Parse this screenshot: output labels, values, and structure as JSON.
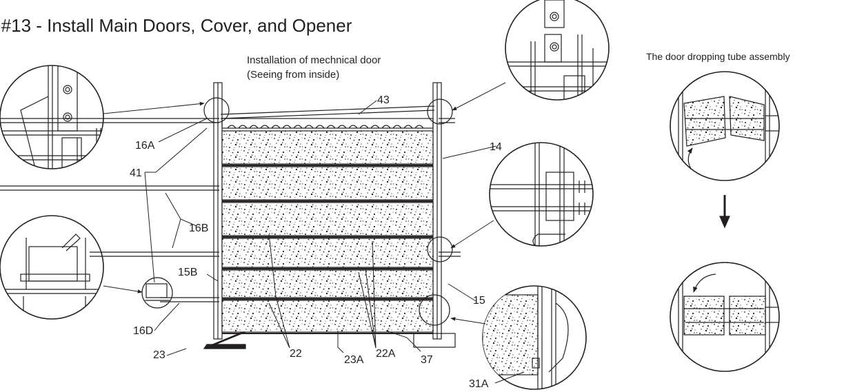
{
  "title": "p #13 - Install Main Doors, Cover, and Opener",
  "captions": {
    "main_view_line1": "Installation of mechnical door",
    "main_view_line2": "(Seeing from inside)",
    "tube_assembly": "The door dropping tube assembly"
  },
  "labels": {
    "l43": "43",
    "l14": "14",
    "l16A": "16A",
    "l41": "41",
    "l16B": "16B",
    "l15B": "15B",
    "l15": "15",
    "l16D": "16D",
    "l23": "23",
    "l22": "22",
    "l23A": "23A",
    "l22A": "22A",
    "l37": "37",
    "l31A": "31A"
  },
  "colors": {
    "ink": "#231f20",
    "paper": "#ffffff"
  },
  "icons": {
    "arrow": "down-arrow-icon"
  }
}
